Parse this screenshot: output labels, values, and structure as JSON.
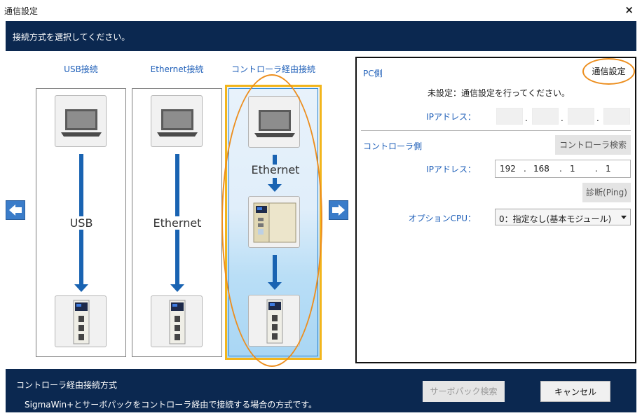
{
  "window": {
    "title": "通信設定",
    "close_glyph": "×"
  },
  "header": {
    "instruction": "接続方式を選択してください。"
  },
  "connection_types": [
    {
      "label": "USB接続",
      "link": "USB"
    },
    {
      "label": "Ethernet接続",
      "link": "Ethernet"
    },
    {
      "label": "コントローラ経由接続",
      "link": "Ethernet",
      "selected": true
    }
  ],
  "pc_side": {
    "label": "PC側",
    "settings_button": "通信設定",
    "status": "未設定：通信設定を行ってください。",
    "ip_label": "IPアドレス：",
    "ip_dots": [
      ".",
      ".",
      "."
    ]
  },
  "controller_side": {
    "label": "コントローラ側",
    "search_button": "コントローラ検索",
    "ip_label": "IPアドレス：",
    "ip": [
      "192",
      "168",
      "1",
      "1"
    ],
    "ip_dots": [
      ".",
      ".",
      "."
    ],
    "ping_button": "診断(Ping)",
    "cpu_label": "オプションCPU：",
    "cpu_value": "0：指定なし(基本モジュール)"
  },
  "footer": {
    "title": "コントローラ経由接続方式",
    "description": "SigmaWin+とサーボパックをコントローラ経由で接続する場合の方式です。",
    "search_button": "サーボパック検索",
    "cancel_button": "キャンセル"
  },
  "colors": {
    "navy": "#0b2850",
    "link_blue": "#1d5eb8",
    "arrow_blue": "#1963b2",
    "highlight_orange": "#ec8e1e",
    "selected_border": "#f2b51c"
  }
}
